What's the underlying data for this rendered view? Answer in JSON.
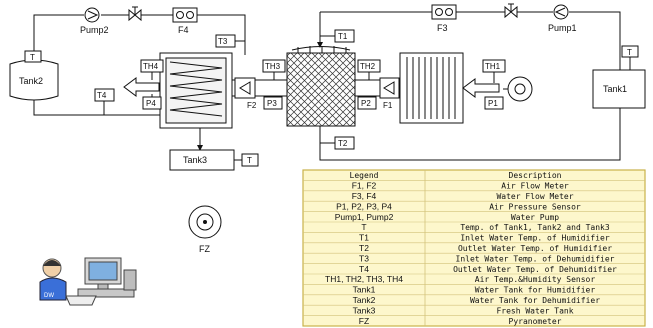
{
  "components": {
    "pump2": "Pump2",
    "pump1": "Pump1",
    "f4": "F4",
    "f3": "F3",
    "tank1": "Tank1",
    "tank2": "Tank2",
    "tank3": "Tank3",
    "t_tank1": "T",
    "t_tank2": "T",
    "t_tank3": "T",
    "t1": "T1",
    "t2": "T2",
    "t3": "T3",
    "t4": "T4",
    "th1": "TH1",
    "th2": "TH2",
    "th3": "TH3",
    "th4": "TH4",
    "p1": "P1",
    "p2": "P2",
    "p3": "P3",
    "p4": "P4",
    "f1": "F1",
    "f2": "F2",
    "fz": "FZ",
    "person": "DW"
  },
  "legend": {
    "header_left": "Legend",
    "header_right": "Description",
    "rows": [
      {
        "key": "F1, F2",
        "desc": "Air Flow Meter"
      },
      {
        "key": "F3, F4",
        "desc": "Water Flow Meter"
      },
      {
        "key": "P1, P2, P3, P4",
        "desc": "Air Pressure Sensor"
      },
      {
        "key": "Pump1, Pump2",
        "desc": "Water Pump"
      },
      {
        "key": "T",
        "desc": "Temp. of Tank1, Tank2 and Tank3"
      },
      {
        "key": "T1",
        "desc": "Inlet Water Temp. of Humidifier"
      },
      {
        "key": "T2",
        "desc": "Outlet Water Temp. of Humidifier"
      },
      {
        "key": "T3",
        "desc": "Inlet Water Temp. of Dehumidifier"
      },
      {
        "key": "T4",
        "desc": "Outlet Water Temp. of Dehumidifier"
      },
      {
        "key": "TH1, TH2, TH3, TH4",
        "desc": "Air Temp.&Humidity Sensor"
      },
      {
        "key": "Tank1",
        "desc": "Water Tank for Humidifier"
      },
      {
        "key": "Tank2",
        "desc": "Water Tank for Dehumidifier"
      },
      {
        "key": "Tank3",
        "desc": "Fresh Water Tank"
      },
      {
        "key": "FZ",
        "desc": "Pyranometer"
      }
    ],
    "colors": {
      "fill": "#fdf7cc",
      "border": "#c9b24a",
      "grid": "#d2c27a"
    }
  }
}
